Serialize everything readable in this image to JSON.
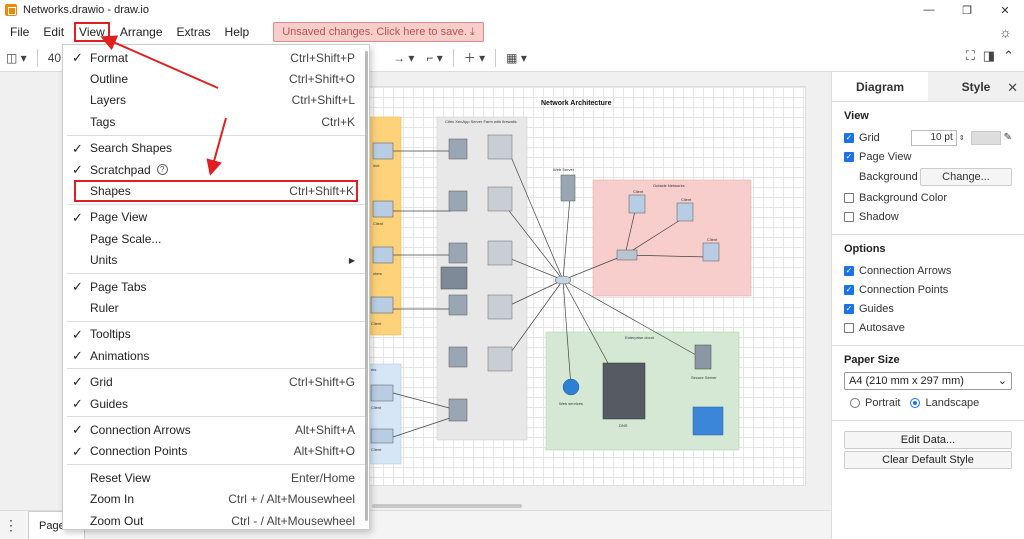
{
  "window": {
    "title": "Networks.drawio - draw.io"
  },
  "menubar": {
    "items": [
      "File",
      "Edit",
      "View",
      "Arrange",
      "Extras",
      "Help"
    ],
    "unsaved": "Unsaved changes. Click here to save."
  },
  "toolbar": {
    "zoom": "40"
  },
  "view_menu": {
    "format": {
      "label": "Format",
      "shortcut": "Ctrl+Shift+P"
    },
    "outline": {
      "label": "Outline",
      "shortcut": "Ctrl+Shift+O"
    },
    "layers": {
      "label": "Layers",
      "shortcut": "Ctrl+Shift+L"
    },
    "tags": {
      "label": "Tags",
      "shortcut": "Ctrl+K"
    },
    "search_shapes": {
      "label": "Search Shapes"
    },
    "scratchpad": {
      "label": "Scratchpad"
    },
    "shapes": {
      "label": "Shapes",
      "shortcut": "Ctrl+Shift+K"
    },
    "page_view": {
      "label": "Page View"
    },
    "page_scale": {
      "label": "Page Scale..."
    },
    "units": {
      "label": "Units"
    },
    "page_tabs": {
      "label": "Page Tabs"
    },
    "ruler": {
      "label": "Ruler"
    },
    "tooltips": {
      "label": "Tooltips"
    },
    "animations": {
      "label": "Animations"
    },
    "grid": {
      "label": "Grid",
      "shortcut": "Ctrl+Shift+G"
    },
    "guides": {
      "label": "Guides"
    },
    "connection_arrows": {
      "label": "Connection Arrows",
      "shortcut": "Alt+Shift+A"
    },
    "connection_points": {
      "label": "Connection Points",
      "shortcut": "Alt+Shift+O"
    },
    "reset_view": {
      "label": "Reset View",
      "shortcut": "Enter/Home"
    },
    "zoom_in": {
      "label": "Zoom In",
      "shortcut": "Ctrl + / Alt+Mousewheel"
    },
    "zoom_out": {
      "label": "Zoom Out",
      "shortcut": "Ctrl - / Alt+Mousewheel"
    }
  },
  "diagram": {
    "title": "Network Architecture",
    "server_farm": "Citrix XenApp Server Farm with firewalls",
    "web_server": "Web Server",
    "outside_networks": "Outside Networks",
    "client": "Client",
    "enterprise_cloud": "Enterprise cloud",
    "web_services": "Web services",
    "dns": "DNS",
    "secure_server": "Secure Server",
    "left_client_a": "ient",
    "left_client_b": "Client",
    "left_client_c": "uters",
    "left_client_d": "Client",
    "left_client_e": "rks",
    "left_client_f": "Client",
    "left_client_g": "Client"
  },
  "panel": {
    "tabs": [
      "Diagram",
      "Style"
    ],
    "view_title": "View",
    "grid": "Grid",
    "grid_size": "10 pt",
    "page_view": "Page View",
    "background": "Background",
    "change": "Change...",
    "background_color": "Background Color",
    "shadow": "Shadow",
    "options_title": "Options",
    "connection_arrows": "Connection Arrows",
    "connection_points": "Connection Points",
    "guides": "Guides",
    "autosave": "Autosave",
    "paper_size_title": "Paper Size",
    "paper_size": "A4 (210 mm x 297 mm)",
    "portrait": "Portrait",
    "landscape": "Landscape",
    "edit_data": "Edit Data...",
    "clear_style": "Clear Default Style"
  },
  "bottombar": {
    "page_tab": "Page-1"
  }
}
